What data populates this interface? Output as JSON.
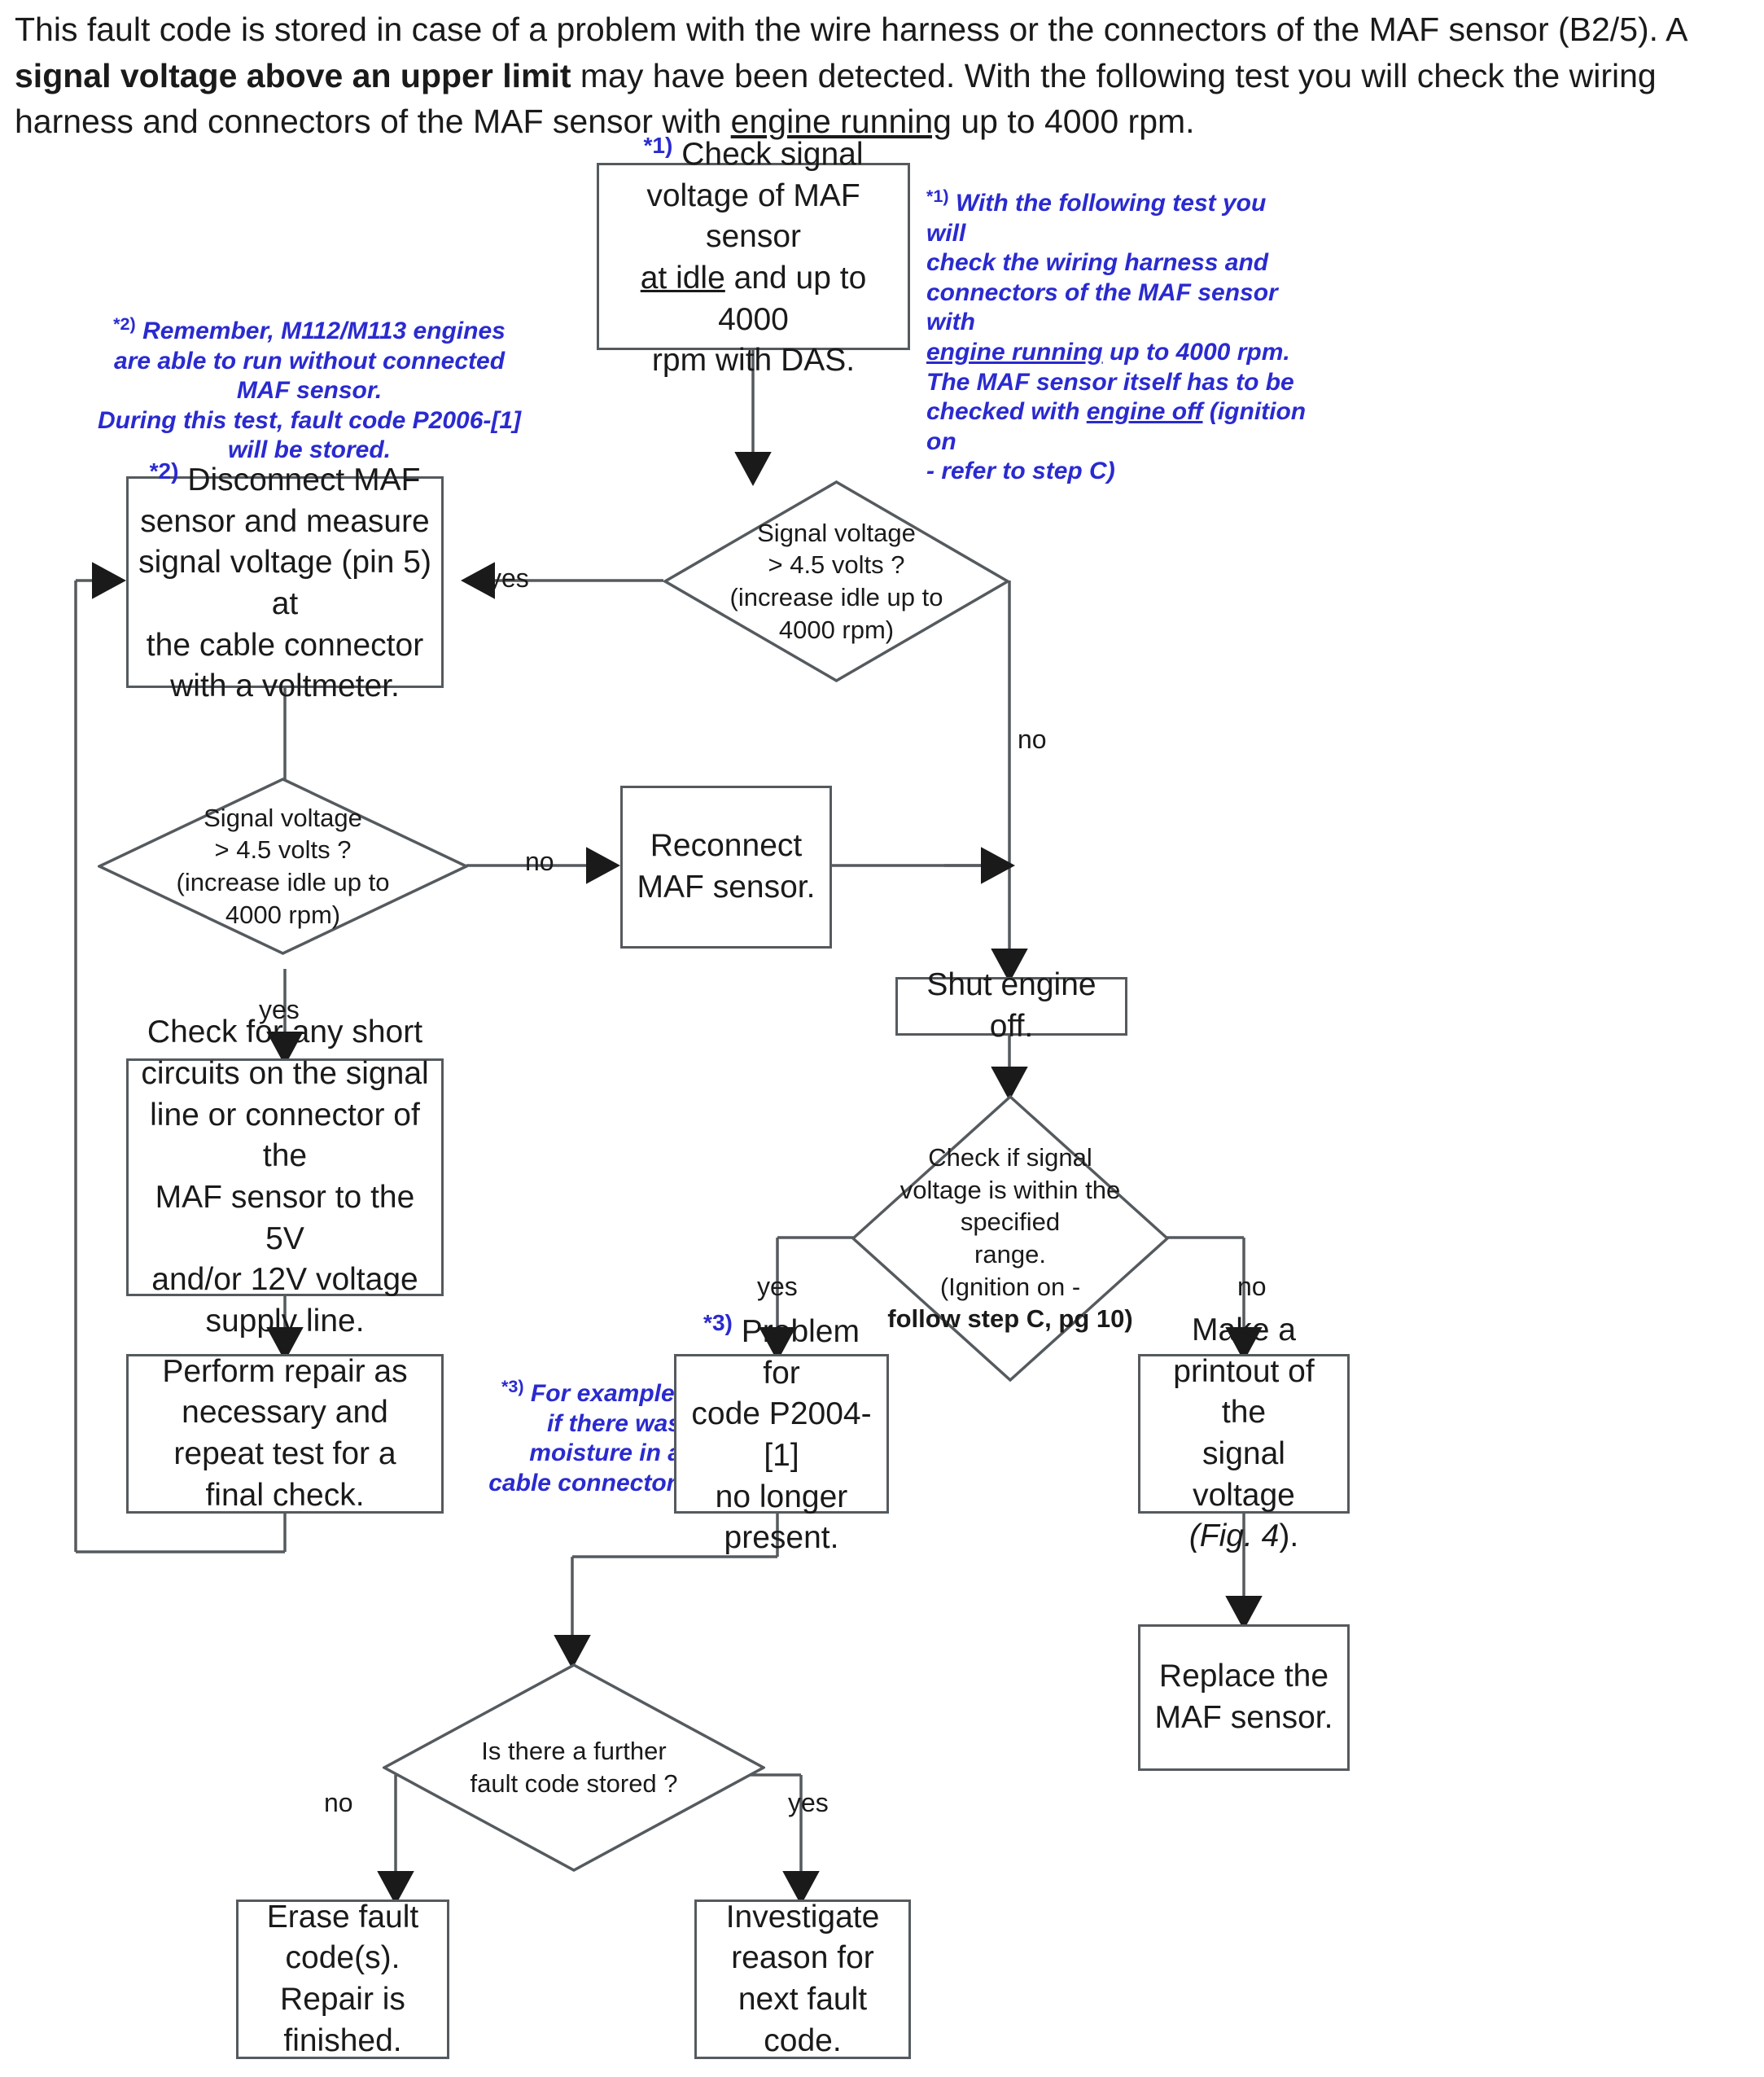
{
  "intro": {
    "part1": "This fault code is stored in case of a problem with the wire harness or the connectors of the  MAF sensor (B2/5). A ",
    "bold": "signal voltage above an upper limit",
    "part2": " may have been detected. With the following test you will check the wiring harness and connectors of the  MAF sensor with ",
    "underline": "engine running",
    "part3": " up to 4000 rpm."
  },
  "chart_data": {
    "type": "diagram",
    "title": "MAF sensor signal voltage fault-code diagnostic flowchart",
    "nodes": [
      {
        "id": "n1",
        "shape": "process",
        "text": "*1) Check signal voltage of  MAF sensor at idle and up to 4000 rpm with DAS."
      },
      {
        "id": "d1",
        "shape": "decision",
        "text": "Signal voltage > 4.5 volts ? (increase idle up to 4000 rpm)"
      },
      {
        "id": "n2",
        "shape": "process",
        "text": "*2) Disconnect  MAF sensor and measure signal voltage (pin 5) at the cable connector with a voltmeter."
      },
      {
        "id": "d2",
        "shape": "decision",
        "text": "Signal voltage > 4.5 volts ? (increase idle up to 4000 rpm)"
      },
      {
        "id": "n3",
        "shape": "process",
        "text": "Reconnect MAF sensor."
      },
      {
        "id": "n4",
        "shape": "process",
        "text": "Shut engine off."
      },
      {
        "id": "n5",
        "shape": "process",
        "text": "Check for any short circuits on the signal line or connector of the MAF sensor to the 5V and/or 12V voltage supply line."
      },
      {
        "id": "d3",
        "shape": "decision",
        "text": "Check if signal voltage is within the specified range. (Ignition on - follow step C, pg 10)"
      },
      {
        "id": "n6",
        "shape": "process",
        "text": "Perform repair as necessary and repeat test  for a final check."
      },
      {
        "id": "n7",
        "shape": "process",
        "text": "*3) Problem for code P2004-[1] no longer present."
      },
      {
        "id": "n8",
        "shape": "process",
        "text": "Make a printout of the signal voltage (Fig. 4)."
      },
      {
        "id": "n9",
        "shape": "process",
        "text": "Replace the MAF sensor."
      },
      {
        "id": "d4",
        "shape": "decision",
        "text": "Is there a further fault code stored ?"
      },
      {
        "id": "n10",
        "shape": "process",
        "text": "Erase fault code(s). Repair is finished."
      },
      {
        "id": "n11",
        "shape": "process",
        "text": "Investigate reason for next fault code."
      }
    ],
    "edges": [
      {
        "from": "n1",
        "to": "d1",
        "label": ""
      },
      {
        "from": "d1",
        "to": "n2",
        "label": "yes"
      },
      {
        "from": "d1",
        "to": "n4",
        "label": "no"
      },
      {
        "from": "n2",
        "to": "d2",
        "label": ""
      },
      {
        "from": "d2",
        "to": "n3",
        "label": "no"
      },
      {
        "from": "d2",
        "to": "n5",
        "label": "yes"
      },
      {
        "from": "n3",
        "to": "n4",
        "label": ""
      },
      {
        "from": "n4",
        "to": "d3",
        "label": ""
      },
      {
        "from": "n5",
        "to": "n6",
        "label": ""
      },
      {
        "from": "n6",
        "to": "n2",
        "label": ""
      },
      {
        "from": "d3",
        "to": "n7",
        "label": "yes"
      },
      {
        "from": "d3",
        "to": "n8",
        "label": "no"
      },
      {
        "from": "n8",
        "to": "n9",
        "label": ""
      },
      {
        "from": "n7",
        "to": "d4",
        "label": ""
      },
      {
        "from": "d4",
        "to": "n10",
        "label": "no"
      },
      {
        "from": "d4",
        "to": "n11",
        "label": "yes"
      }
    ]
  },
  "nodes": {
    "check_signal": {
      "marker": "*1)",
      "l1": " Check signal",
      "l2": "voltage of  MAF sensor",
      "l3a": "at idle",
      "l3b": " and up to 4000",
      "l4": "rpm with DAS."
    },
    "decision1": {
      "l1": "Signal voltage",
      "l2": "> 4.5 volts ?",
      "l3": "(increase idle up to",
      "l4": "4000 rpm)"
    },
    "disconnect": {
      "marker": "*2)",
      "l1": " Disconnect  MAF",
      "l2": "sensor and measure",
      "l3": "signal voltage (pin 5) at",
      "l4": "the cable connector",
      "l5": "with a voltmeter."
    },
    "decision2": {
      "l1": "Signal voltage",
      "l2": "> 4.5 volts ?",
      "l3": "(increase idle up to",
      "l4": "4000 rpm)"
    },
    "reconnect": {
      "l1": "Reconnect",
      "l2": "MAF sensor."
    },
    "shut_engine": {
      "l1": "Shut engine off."
    },
    "check_short": {
      "l1": "Check for any short",
      "l2": "circuits on the signal",
      "l3": "line or connector of the",
      "l4": "MAF sensor to the 5V",
      "l5": "and/or 12V voltage",
      "l6": "supply line."
    },
    "decision3": {
      "l1": "Check if signal",
      "l2": "voltage is within the specified",
      "l3": "range.",
      "l4": "(Ignition on -",
      "l5": "follow step C, pg 10)"
    },
    "perform_repair": {
      "l1": "Perform repair as",
      "l2": "necessary and",
      "l3": "repeat test  for a",
      "l4": "final check."
    },
    "problem_gone": {
      "marker": "*3)",
      "l1": " Problem for",
      "l2": "code P2004-[1]",
      "l3": "no longer",
      "l4": "present."
    },
    "printout": {
      "l1": "Make a",
      "l2": "printout of the",
      "l3": "signal voltage",
      "l4a": "(Fig. 4",
      "l4b": ")."
    },
    "replace": {
      "l1": "Replace the",
      "l2": "MAF sensor."
    },
    "decision4": {
      "l1": "Is there a further",
      "l2": "fault code stored ?"
    },
    "erase": {
      "l1": "Erase fault",
      "l2": "code(s).",
      "l3": "Repair is",
      "l4": "finished."
    },
    "investigate": {
      "l1": "Investigate",
      "l2": "reason for",
      "l3": "next fault code."
    }
  },
  "notes": {
    "note1": {
      "marker": "*1)",
      "l1": " With the following test you will",
      "l2": "check the wiring harness and",
      "l3": "connectors of the  MAF sensor with",
      "l4a": "engine running",
      "l4b": " up to 4000 rpm.",
      "l5": "The  MAF sensor itself has to be",
      "l6a": "checked with ",
      "l6b": "engine off",
      "l6c": " (ignition on",
      "l7": "- refer to step C)"
    },
    "note2": {
      "marker": "*2)",
      "l1": " Remember, M112/M113 engines",
      "l2": "are able to run without connected",
      "l3": "MAF sensor.",
      "l4": "During this test, fault code P2006-[1]",
      "l5": "will be stored."
    },
    "note3": {
      "marker": "*3)",
      "l1": " For example,",
      "l2": "if there was",
      "l3": "moisture in a",
      "l4": "cable connector."
    }
  },
  "edge_labels": {
    "yes1": "yes",
    "no1": "no",
    "no2": "no",
    "yes2": "yes",
    "yes3": "yes",
    "no3": "no",
    "no4": "no",
    "yes4": "yes"
  },
  "colors": {
    "note_blue": "#2a2ad0",
    "line_gray": "#555a5e",
    "text_black": "#1a1a1a"
  }
}
